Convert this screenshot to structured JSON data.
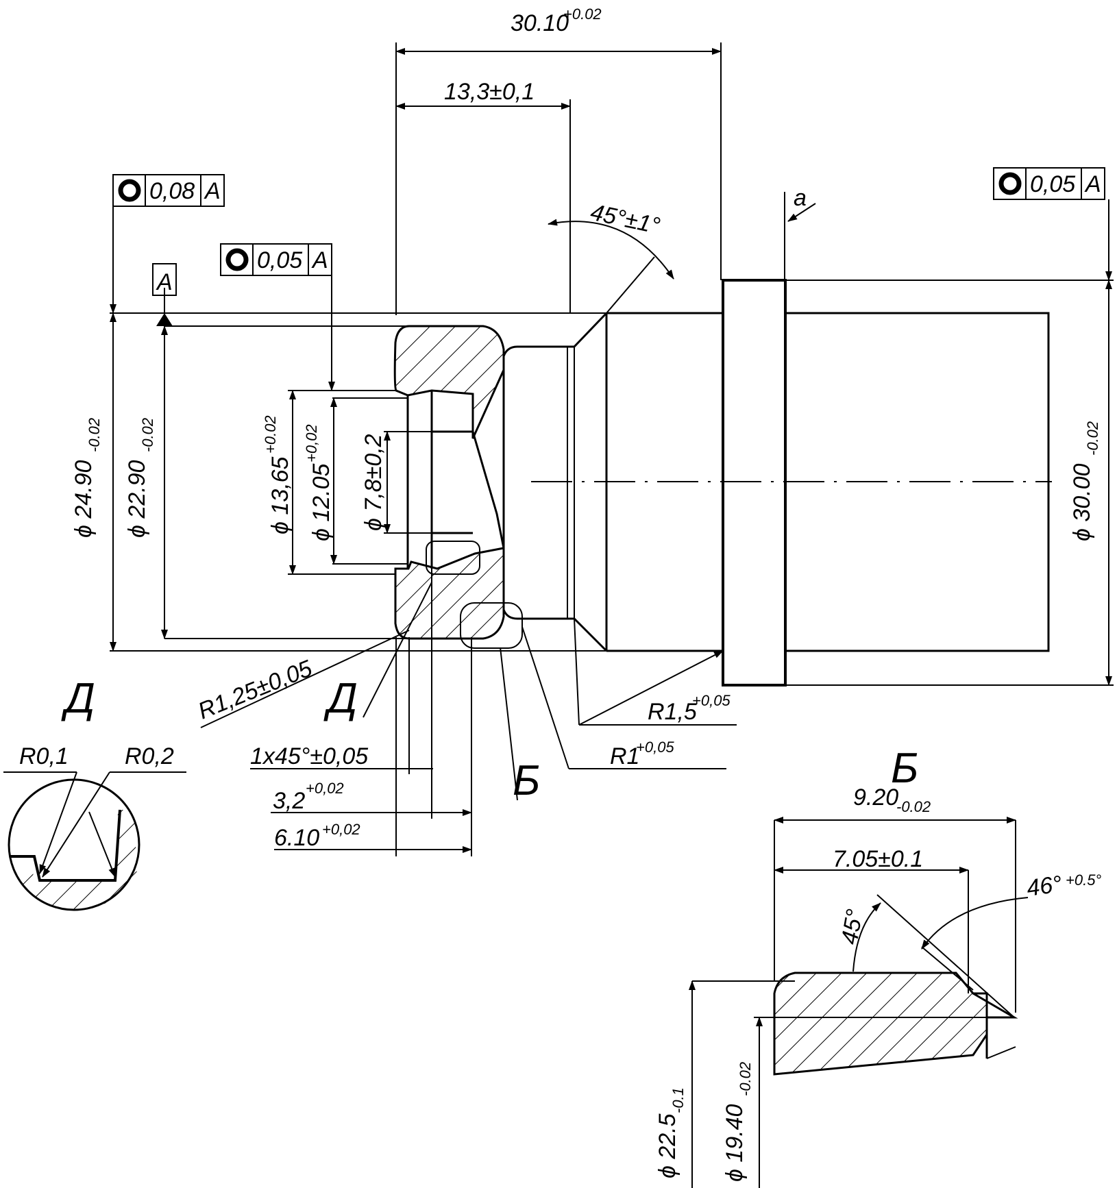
{
  "dims": {
    "overall_length": {
      "base": "30.10",
      "tol": "+0.02"
    },
    "length_13": "13,3±0,1",
    "angle_45": "45°±1°",
    "surface_a": "a",
    "d24": {
      "base": "ϕ 24.90",
      "tol": "-0.02"
    },
    "d22": {
      "base": "ϕ 22.90",
      "tol": "-0.02"
    },
    "d13": {
      "base": "ϕ 13,65",
      "tol": "+0.02"
    },
    "d12": {
      "base": "ϕ 12.05",
      "tol": "+0,02"
    },
    "d7": "ϕ 7,8±0,2",
    "d30": {
      "base": "ϕ 30.00",
      "tol": "-0.02"
    },
    "r125": "R1,25±0,05",
    "r15": {
      "base": "R1,5",
      "tol": "+0,05"
    },
    "r1": {
      "base": "R1",
      "tol": "+0,05"
    },
    "chamfer": "1x45°±0,05",
    "len_32": {
      "base": "3,2",
      "tol": "+0,02"
    },
    "len_610": {
      "base": "6.10",
      "tol": "+0,02"
    }
  },
  "datum": "A",
  "fcf": [
    {
      "symbol": "circularity",
      "value": "0,08",
      "datum": "A"
    },
    {
      "symbol": "circularity",
      "value": "0,05",
      "datum": "A"
    },
    {
      "symbol": "circularity",
      "value": "0,05",
      "datum": "A"
    }
  ],
  "view_labels": {
    "d_main": "Д",
    "d_detail": "Д",
    "b_main": "Б",
    "b_detail": "Б"
  },
  "detail_d": {
    "r01": "R0,1",
    "r02": "R0,2"
  },
  "detail_b": {
    "len_920": {
      "base": "9.20",
      "tol": "-0.02"
    },
    "len_705": "7.05±0.1",
    "angle_46": {
      "base": "46°",
      "tol": "+0.5°"
    },
    "angle_45": "45°",
    "d225": {
      "base": "ϕ 22.5",
      "tol": "-0.1"
    },
    "d194": {
      "base": "ϕ 19.40",
      "tol": "-0.02"
    }
  }
}
